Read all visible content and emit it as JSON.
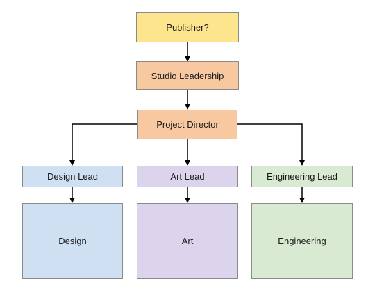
{
  "nodes": {
    "publisher": {
      "label": "Publisher?",
      "color": "#fde58e"
    },
    "studio": {
      "label": "Studio Leadership",
      "color": "#f8c8a1"
    },
    "director": {
      "label": "Project Director",
      "color": "#f8c8a1"
    },
    "design_lead": {
      "label": "Design Lead",
      "color": "#cfe0f2"
    },
    "art_lead": {
      "label": "Art Lead",
      "color": "#dcd4ec"
    },
    "eng_lead": {
      "label": "Engineering Lead",
      "color": "#d9ead3"
    },
    "design": {
      "label": "Design",
      "color": "#cfe0f2"
    },
    "art": {
      "label": "Art",
      "color": "#dcd4ec"
    },
    "engineering": {
      "label": "Engineering",
      "color": "#d9ead3"
    }
  },
  "connector_color": "#000000"
}
